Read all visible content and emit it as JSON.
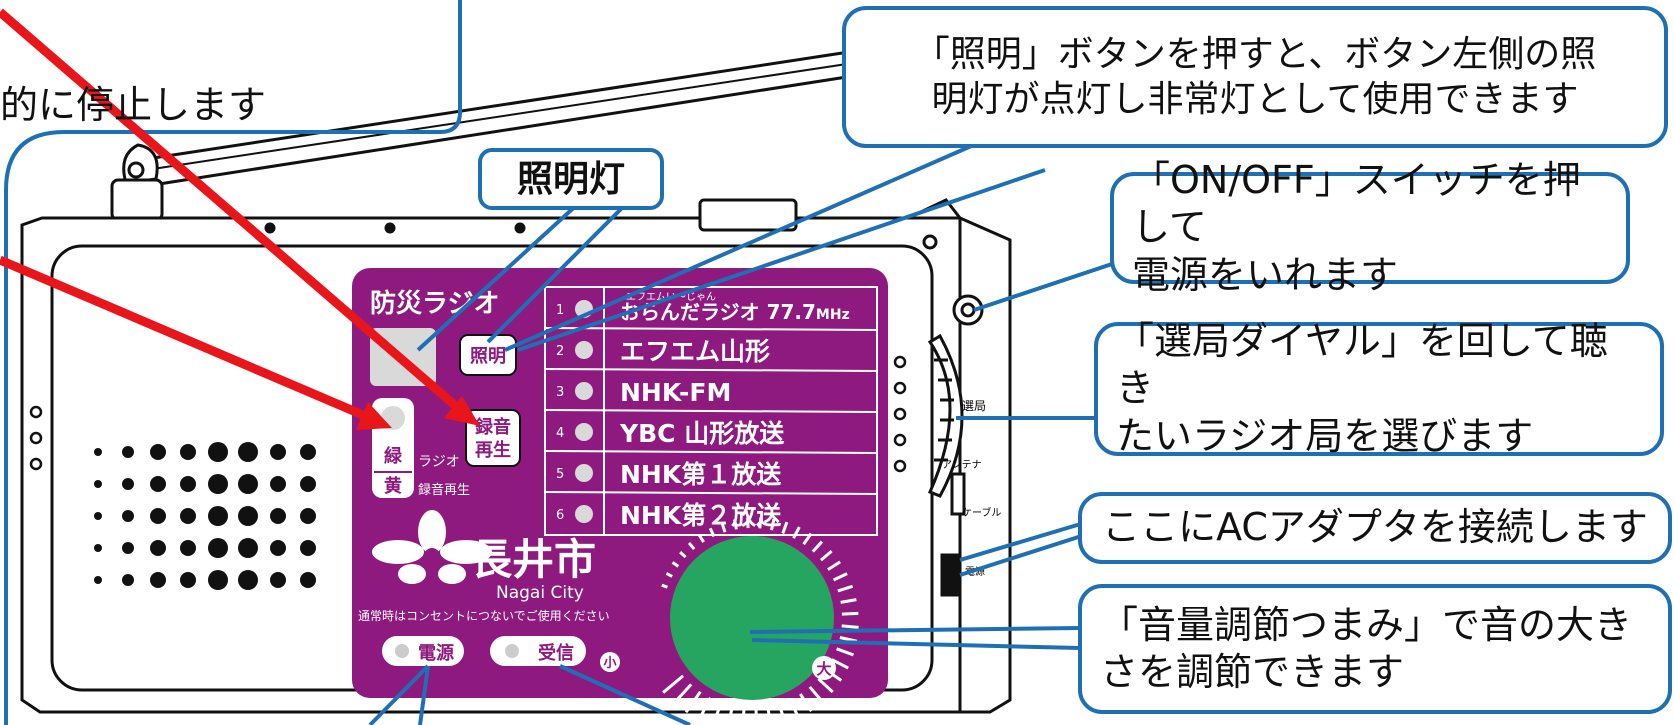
{
  "colors": {
    "panel": "#8e1a7f",
    "callout_border": "#1f6fb5",
    "arrow": "#e8161b",
    "knob": "#26a561",
    "outline": "#111111"
  },
  "callouts": {
    "top_left_partial": "的に停止します",
    "light_button": [
      "「照明」ボタンを押すと、ボタン左側の照",
      "明灯が点灯し非常灯として使用できます"
    ],
    "light_label": "照明灯",
    "power_switch": [
      "「ON/OFF」スイッチを押して",
      "電源をいれます"
    ],
    "tuning_dial": [
      "「選局ダイヤル」を回して聴き",
      "たいラジオ局を選びます"
    ],
    "ac_adapter": "ここにACアダプタを接続します",
    "volume_knob": [
      "「音量調節つまみ」で音の大き",
      "さを調節できます"
    ]
  },
  "radio": {
    "title": "防災ラジオ",
    "light_button": "照明",
    "record_button": [
      "録音",
      "再生"
    ],
    "lamp_green": "緑",
    "lamp_yellow": "黄",
    "lamp_radio_label": "ラジオ",
    "lamp_record_label": "録音再生",
    "city_name": "長井市",
    "city_name_en": "Nagai City",
    "notice": "通常時はコンセントにつないでご使用ください",
    "power_indicator": "電源",
    "receive_indicator": "受信",
    "volume_min": "小",
    "volume_max": "大",
    "side_tuning": "選局",
    "side_antenna": "アンテナ",
    "side_cable": "ケーブル",
    "side_power": "電源",
    "stations": [
      {
        "num": "1",
        "ruby": "エフエムい〜じゃん",
        "name": "おらんだラジオ 77.7",
        "unit": "MHz"
      },
      {
        "num": "2",
        "name": "エフエム山形"
      },
      {
        "num": "3",
        "name": "NHK-FM"
      },
      {
        "num": "4",
        "name": "YBC 山形放送"
      },
      {
        "num": "5",
        "name": "NHK第１放送"
      },
      {
        "num": "6",
        "name": "NHK第２放送"
      }
    ]
  }
}
